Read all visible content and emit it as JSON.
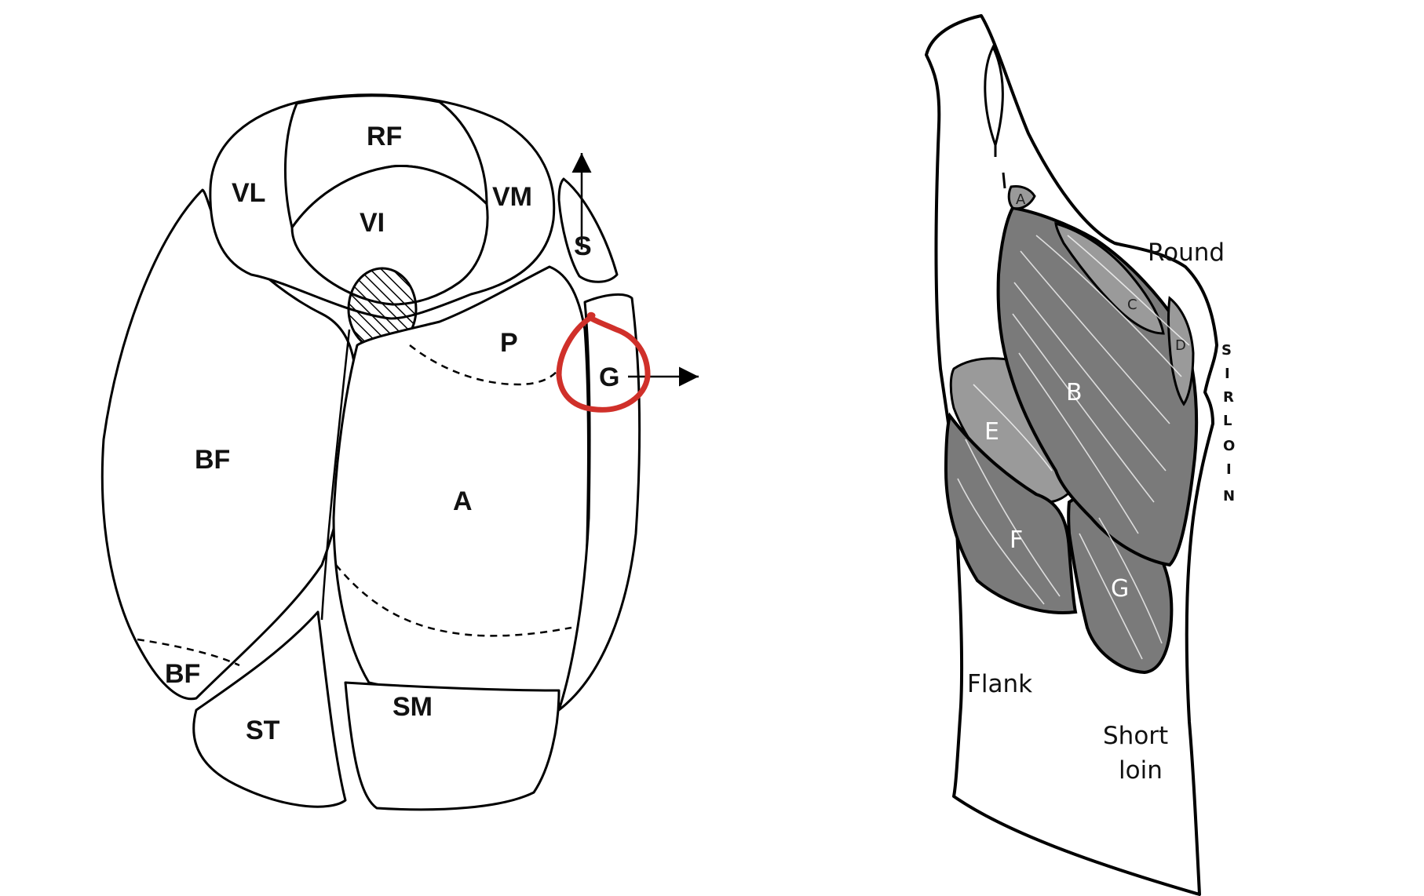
{
  "cross_section": {
    "labels": {
      "RF": "RF",
      "VL": "VL",
      "VI": "VI",
      "VM": "VM",
      "S": "S",
      "P": "P",
      "G": "G",
      "BF_upper": "BF",
      "BF_lower": "BF",
      "A": "A",
      "ST": "ST",
      "SM": "SM"
    },
    "highlight_color": "#d0302a"
  },
  "carcass_view": {
    "region_labels": {
      "round": "Round",
      "flank": "Flank",
      "short_loin_line1": "Short",
      "short_loin_line2": "loin"
    },
    "sirloin_letters": [
      "S",
      "I",
      "R",
      "L",
      "O",
      "I",
      "N"
    ],
    "muscle_labels": {
      "A": "A",
      "B": "B",
      "C": "C",
      "D": "D",
      "E": "E",
      "F": "F",
      "G": "G"
    }
  }
}
